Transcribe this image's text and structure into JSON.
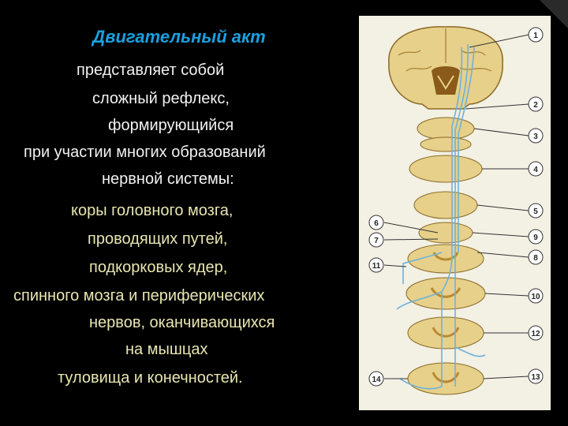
{
  "slide": {
    "title": "Двигательный акт",
    "lines": [
      "представляет собой",
      "сложный рефлекс,",
      "формирующийся",
      "при участии многих образований",
      "нервной системы:",
      "коры головного мозга,",
      "проводящих путей,",
      "подкорковых ядер,",
      "спинного мозга и периферических",
      "нервов, оканчивающихся",
      "на мышцах",
      "туловища и конечностей."
    ]
  },
  "figure": {
    "right_labels": [
      "1",
      "2",
      "3",
      "4",
      "5",
      "9",
      "8",
      "10",
      "12",
      "13"
    ],
    "left_labels": [
      "6",
      "7",
      "11",
      "14"
    ],
    "colors": {
      "background": "#f3f0e4",
      "tissue": "#e6d08a",
      "tissue_dark": "#b88a30",
      "pathway": "#6fb2dc",
      "title": "#1aa0e0",
      "text_white": "#f2f2f2",
      "text_yellow": "#e8e6b0"
    }
  }
}
